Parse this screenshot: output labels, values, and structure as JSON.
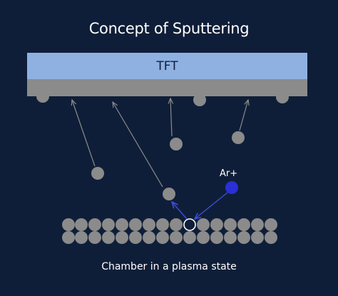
{
  "title": "Concept of Sputtering",
  "substrate_label": "TFT",
  "ion_label": "Ar+",
  "caption": "Chamber in a plasma state",
  "colors": {
    "background": "#0f1e38",
    "substrate": "#8fb1e2",
    "deposit_layer": "#8b8b8b",
    "atom": "#8b8b8b",
    "ion": "#2b2fd6",
    "ion_arrow": "#3b4fd8",
    "trajectory_arrow": "#8b8b8b"
  }
}
